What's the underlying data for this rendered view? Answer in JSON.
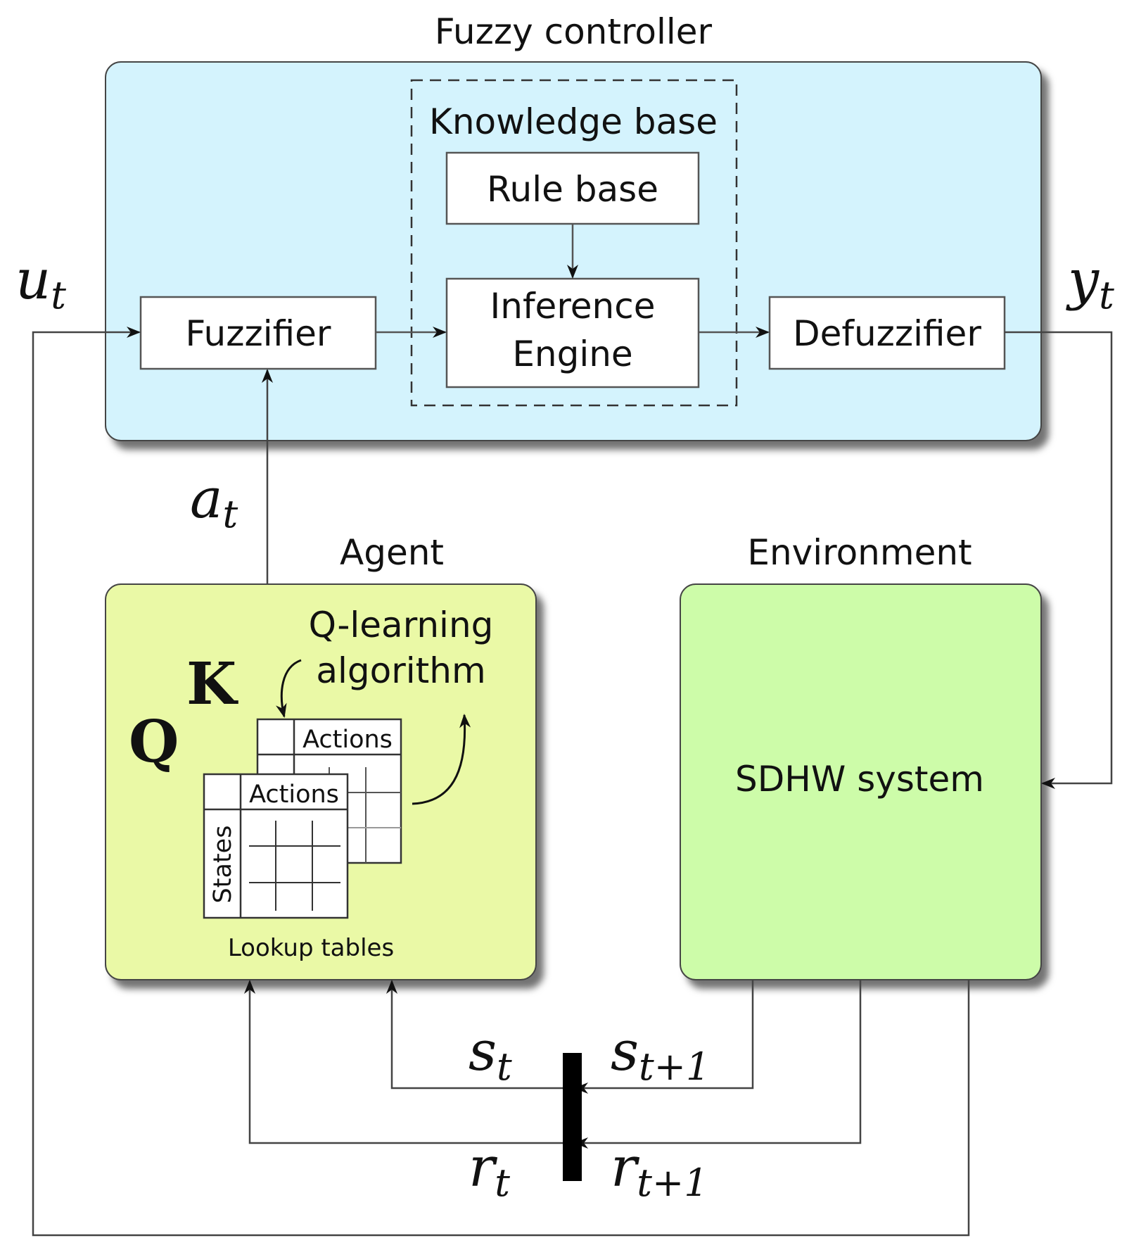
{
  "titles": {
    "fuzzy_controller": "Fuzzy controller",
    "knowledge_base": "Knowledge base",
    "agent": "Agent",
    "environment": "Environment"
  },
  "blocks": {
    "rule_base": "Rule base",
    "inference_line1": "Inference",
    "inference_line2": "Engine",
    "fuzzifier": "Fuzzifier",
    "defuzzifier": "Defuzzifier",
    "sdhw": "SDHW system"
  },
  "agent": {
    "q_learning_line1": "Q-learning",
    "q_learning_line2": "algorithm",
    "q_symbol": "Q",
    "k_symbol": "K",
    "actions_front": "Actions",
    "actions_back": "Actions",
    "states": "States",
    "lookup_tables": "Lookup tables"
  },
  "signals": {
    "u_main": "u",
    "u_sub": "t",
    "y_main": "y",
    "y_sub": "t",
    "a_main": "a",
    "a_sub": "t",
    "s_main": "s",
    "s_sub": "t",
    "s_next_main": "s",
    "s_next_sub": "t+1",
    "r_main": "r",
    "r_sub": "t",
    "r_next_main": "r",
    "r_next_sub": "t+1"
  },
  "colors": {
    "fuzzy_bg": "#d4f3fd",
    "agent_bg": "#eaf9a6",
    "env_bg": "#cdfca9",
    "line": "#555555"
  }
}
